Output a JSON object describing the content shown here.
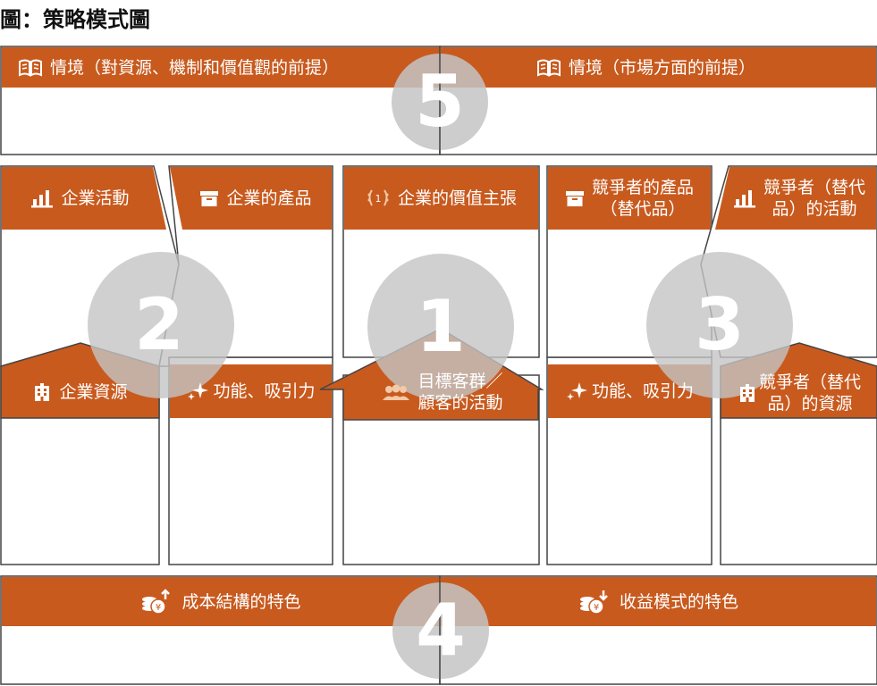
{
  "title": "圖：策略模式圖",
  "colors": {
    "orange": "#C85A1E",
    "circle": "#C4C4C4",
    "border": "#444444",
    "text_white": "#FFFFFF"
  },
  "sections": {
    "situation_resources": {
      "label": "情境（對資源、機制和價值觀的前提）",
      "icon": "book-icon"
    },
    "situation_market": {
      "label": "情境（市場方面的前提）",
      "icon": "book-icon"
    },
    "company_activities": {
      "label": "企業活動",
      "icon": "bar-chart-icon"
    },
    "company_products": {
      "label": "企業的產品",
      "icon": "box-icon"
    },
    "value_proposition": {
      "label": "企業的價值主張",
      "icon": "laurel-icon"
    },
    "competitor_products": {
      "label": "競爭者的產品\n（替代品）",
      "icon": "box-icon"
    },
    "competitor_activities": {
      "label": "競爭者（替代\n品）的活動",
      "icon": "bar-chart-icon"
    },
    "company_resources": {
      "label": "企業資源",
      "icon": "building-icon"
    },
    "function_appeal_left": {
      "label": "功能、吸引力",
      "icon": "sparkle-icon"
    },
    "target_customers": {
      "label": "目標客群／\n顧客的活動",
      "icon": "people-icon"
    },
    "function_appeal_right": {
      "label": "功能、吸引力",
      "icon": "sparkle-icon"
    },
    "competitor_resources": {
      "label": "競爭者（替代\n品）的資源",
      "icon": "building-icon"
    },
    "cost_structure": {
      "label": "成本結構的特色",
      "icon": "coins-up-icon"
    },
    "revenue_model": {
      "label": "收益模式的特色",
      "icon": "coins-down-icon"
    }
  },
  "numbers": {
    "n1": "1",
    "n2": "2",
    "n3": "3",
    "n4": "4",
    "n5": "5"
  }
}
